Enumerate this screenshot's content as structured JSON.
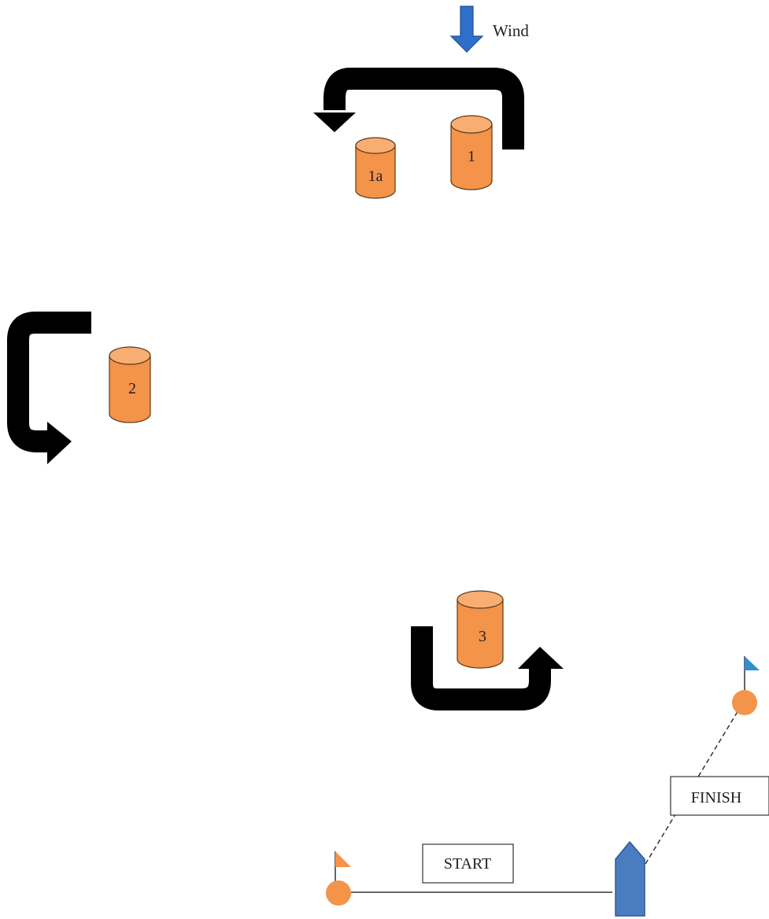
{
  "wind": {
    "label": "Wind"
  },
  "marks": [
    {
      "id": "mark-1",
      "label": "1"
    },
    {
      "id": "mark-1a",
      "label": "1a"
    },
    {
      "id": "mark-2",
      "label": "2"
    },
    {
      "id": "mark-3",
      "label": "3"
    }
  ],
  "start_line": {
    "label": "START"
  },
  "finish_line": {
    "label": "FINISH"
  },
  "colors": {
    "buoy_fill": "#f4934a",
    "buoy_top": "#f8ad72",
    "buoy_stroke": "#5a3a1a",
    "arrow": "#000000",
    "wind_arrow": "#2f6fc9",
    "committee_boat": "#4a7cc0",
    "start_flag": "#f4934a",
    "finish_flag": "#2f8fcf"
  }
}
